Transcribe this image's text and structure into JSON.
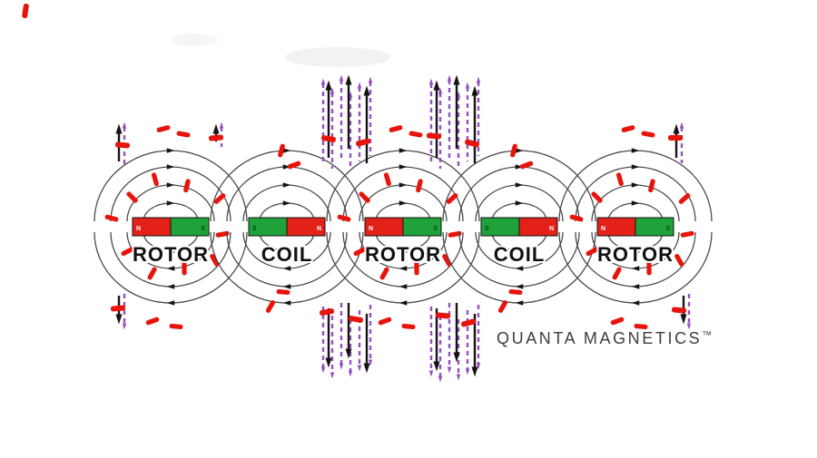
{
  "brand": {
    "text": "QUANTA MAGNETICS",
    "tm": "™"
  },
  "colors": {
    "field_line": "#4a4a4a",
    "magnet_red": "#e32119",
    "magnet_green": "#1fa23a",
    "dash_red": "#e8140c",
    "flux_purple": "#9550c0",
    "arrow_black": "#141414",
    "label": "#111111"
  },
  "units": [
    {
      "type": "rotor",
      "label": "ROTOR",
      "poles": [
        {
          "letter": "N",
          "color_key": "magnet_red"
        },
        {
          "letter": "S",
          "color_key": "magnet_green"
        }
      ]
    },
    {
      "type": "coil",
      "label": "COIL",
      "poles": [
        {
          "letter": "S",
          "color_key": "magnet_green"
        },
        {
          "letter": "N",
          "color_key": "magnet_red"
        }
      ]
    },
    {
      "type": "rotor",
      "label": "ROTOR",
      "poles": [
        {
          "letter": "N",
          "color_key": "magnet_red"
        },
        {
          "letter": "S",
          "color_key": "magnet_green"
        }
      ]
    },
    {
      "type": "coil",
      "label": "COIL",
      "poles": [
        {
          "letter": "S",
          "color_key": "magnet_green"
        },
        {
          "letter": "N",
          "color_key": "magnet_red"
        }
      ]
    },
    {
      "type": "rotor",
      "label": "ROTOR",
      "poles": [
        {
          "letter": "N",
          "color_key": "magnet_red"
        },
        {
          "letter": "S",
          "color_key": "magnet_green"
        }
      ]
    }
  ]
}
